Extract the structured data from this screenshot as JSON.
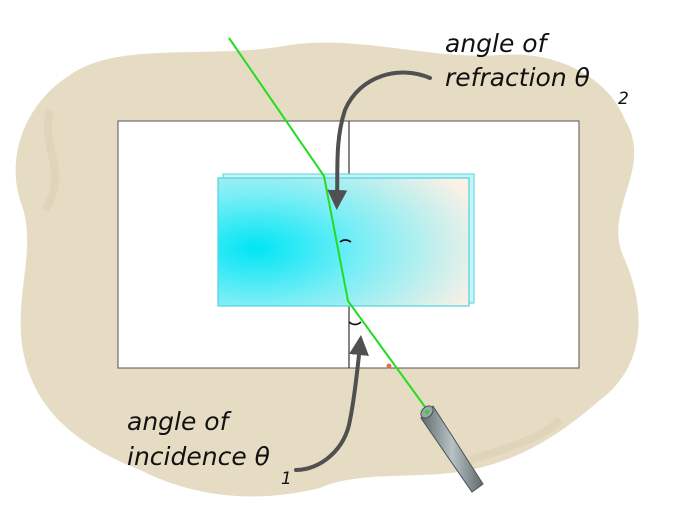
{
  "labels": {
    "refraction_line1": "angle of",
    "refraction_line2": "refraction θ",
    "refraction_sub": "2",
    "incidence_line1": "angle of",
    "incidence_line2": "incidence θ",
    "incidence_sub": "1"
  },
  "colors": {
    "background_blob": "#e6dcc4",
    "paper": "#ffffff",
    "laser_beam": "#22dd22",
    "glass_left": "#00e5f5",
    "glass_right": "#fdf0e6",
    "glass_edge": "#4fd3df",
    "arrow": "#505050",
    "laser_body": "#7e8a8c"
  },
  "icons": [
    "laser-pointer-icon",
    "curved-arrow-icon"
  ]
}
